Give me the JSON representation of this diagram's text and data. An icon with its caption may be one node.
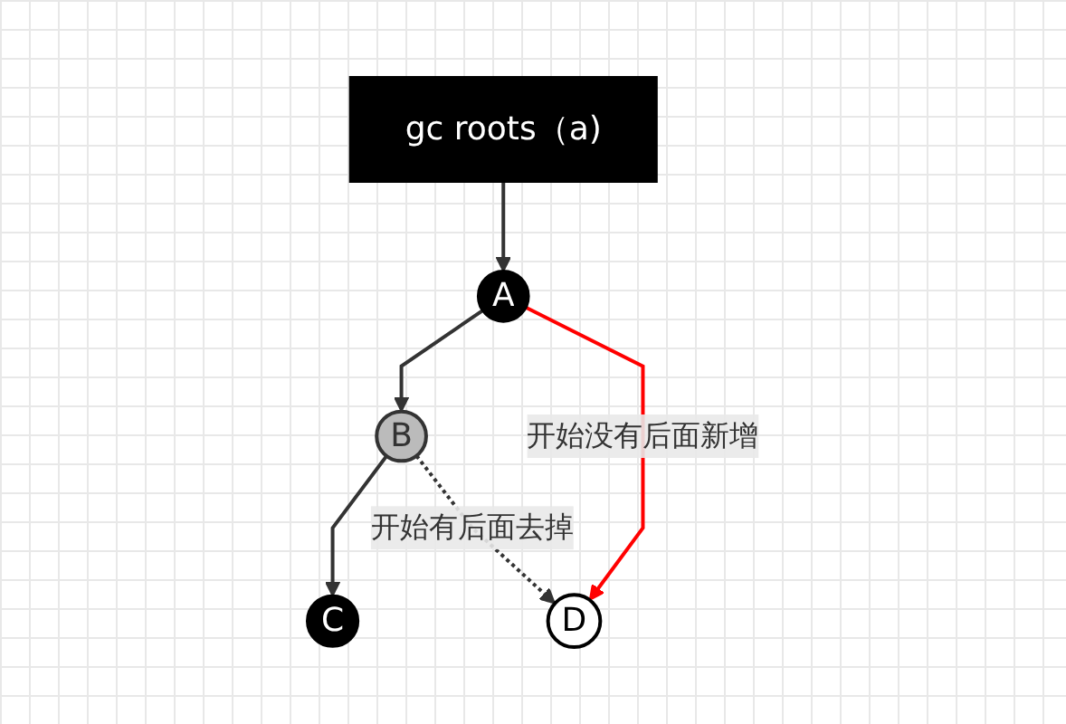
{
  "diagram": {
    "nodes": [
      {
        "text": [
          "gc roots（a)"
        ]
      },
      {
        "text": [
          "A"
        ]
      },
      {
        "text": [
          "B"
        ]
      },
      {
        "text": [
          "C"
        ]
      },
      {
        "text": [
          "D"
        ]
      }
    ],
    "edges": [
      {
        "from": 0,
        "to": 1,
        "arrow": "to"
      },
      {
        "from": 1,
        "to": 2,
        "arrow": "to"
      },
      {
        "from": 2,
        "to": 3,
        "arrow": "to"
      },
      {
        "from": 2,
        "to": 4,
        "arrow": "to",
        "label": "开始有后面去掉",
        "style": "dashed"
      },
      {
        "from": 1,
        "to": 4,
        "arrow": "to",
        "label": "开始没有后面新增",
        "color": "#ff0000"
      }
    ]
  }
}
